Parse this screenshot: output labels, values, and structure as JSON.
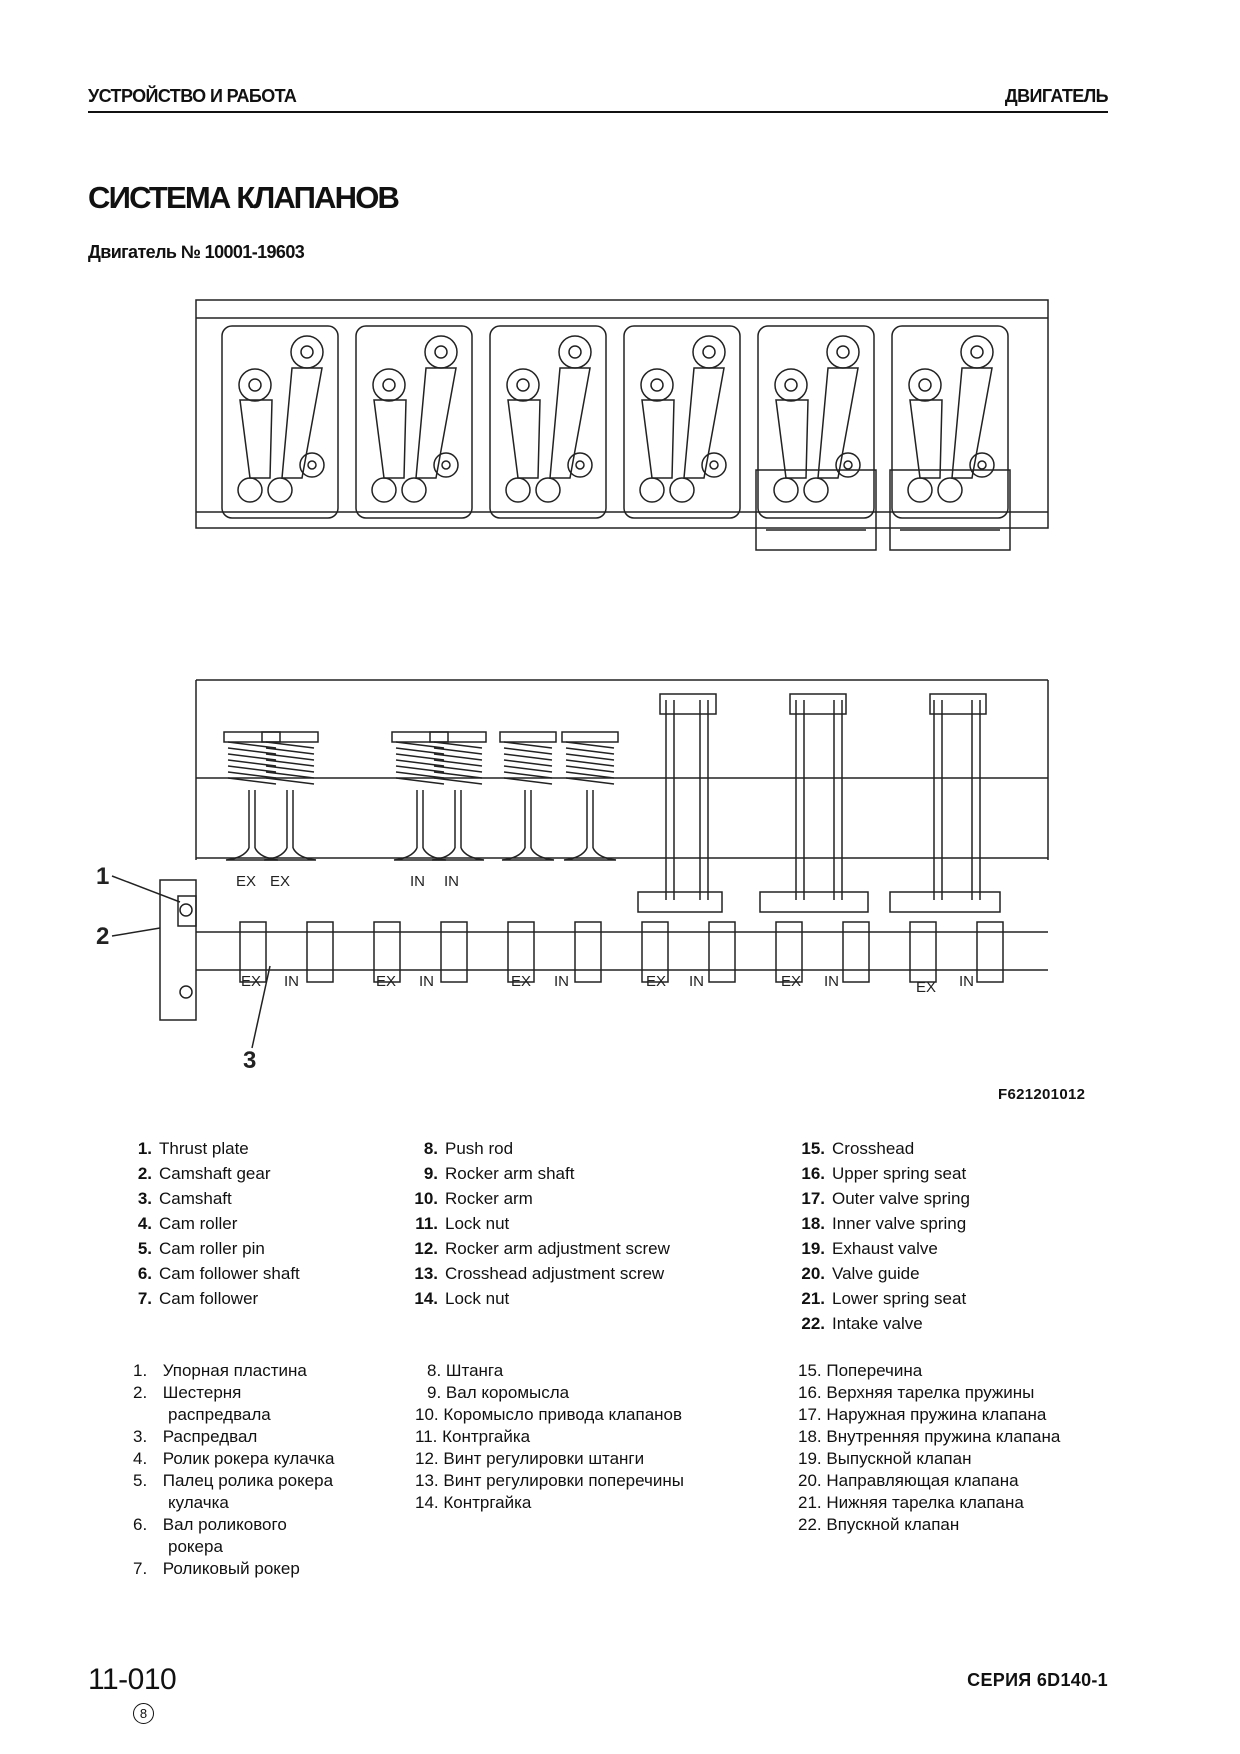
{
  "header": {
    "left": "УСТРОЙСТВО И РАБОТА",
    "right": "ДВИГАТЕЛЬ"
  },
  "title": "СИСТЕМА КЛАПАНОВ",
  "subtitle": "Двигатель № 10001-19603",
  "figure": {
    "ref": "F621201012",
    "callouts": [
      "1",
      "2",
      "3"
    ],
    "valve_labels": [
      "EX",
      "EX",
      "IN",
      "IN"
    ],
    "cam_labels": [
      "EX",
      "IN",
      "EX",
      "IN",
      "EX",
      "IN",
      "EX",
      "IN",
      "EX",
      "IN",
      "EX",
      "IN"
    ]
  },
  "legend_en": {
    "col1": [
      {
        "num": "1.",
        "text": "Thrust plate"
      },
      {
        "num": "2.",
        "text": "Camshaft gear"
      },
      {
        "num": "3.",
        "text": "Camshaft"
      },
      {
        "num": "4.",
        "text": "Cam roller"
      },
      {
        "num": "5.",
        "text": "Cam roller pin"
      },
      {
        "num": "6.",
        "text": "Cam follower shaft"
      },
      {
        "num": "7.",
        "text": "Cam follower"
      }
    ],
    "col2": [
      {
        "num": "8.",
        "text": "Push rod"
      },
      {
        "num": "9.",
        "text": "Rocker arm shaft"
      },
      {
        "num": "10.",
        "text": "Rocker arm"
      },
      {
        "num": "11.",
        "text": "Lock nut"
      },
      {
        "num": "12.",
        "text": "Rocker arm adjustment screw"
      },
      {
        "num": "13.",
        "text": "Crosshead adjustment screw"
      },
      {
        "num": "14.",
        "text": "Lock nut"
      }
    ],
    "col3": [
      {
        "num": "15.",
        "text": "Crosshead"
      },
      {
        "num": "16.",
        "text": "Upper spring seat"
      },
      {
        "num": "17.",
        "text": "Outer valve spring"
      },
      {
        "num": "18.",
        "text": "Inner valve spring"
      },
      {
        "num": "19.",
        "text": "Exhaust valve"
      },
      {
        "num": "20.",
        "text": "Valve guide"
      },
      {
        "num": "21.",
        "text": "Lower spring seat"
      },
      {
        "num": "22.",
        "text": "Intake valve"
      }
    ]
  },
  "legend_ru": {
    "col1": [
      {
        "num": "1.",
        "text": "Упорная пластина"
      },
      {
        "num": "2.",
        "text": "Шестерня",
        "cont": "распредвала"
      },
      {
        "num": "3.",
        "text": "Распредвал"
      },
      {
        "num": "4.",
        "text": "Ролик рокера кулачка"
      },
      {
        "num": "5.",
        "text": "Палец ролика рокера",
        "cont": "кулачка"
      },
      {
        "num": "6.",
        "text": "Вал роликового",
        "cont": "рокера"
      },
      {
        "num": "7.",
        "text": "Роликовый рокер"
      }
    ],
    "col2": [
      "8. Штанга",
      "9. Вал коромысла",
      "10. Коромысло привода клапанов",
      "11. Контргайка",
      "12. Винт регулировки штанги",
      "13. Винт регулировки поперечины",
      "14. Контргайка"
    ],
    "col3": [
      "15. Поперечина",
      "16. Верхняя тарелка пружины",
      "17. Наружная пружина клапана",
      "18. Внутренняя пружина клапана",
      "19. Выпускной клапан",
      "20. Направляющая клапана",
      "21. Нижняя тарелка клапана",
      "22. Впускной клапан"
    ]
  },
  "footer": {
    "page": "11-010",
    "revision": "8",
    "series": "СЕРИЯ 6D140-1"
  }
}
